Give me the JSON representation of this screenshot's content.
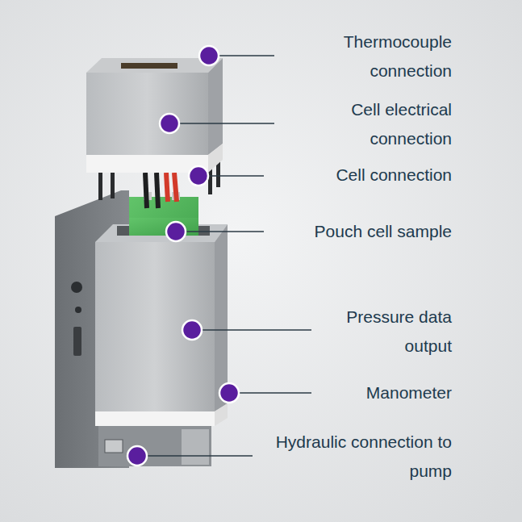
{
  "diagram": {
    "labels": [
      "Thermocouple connection",
      "Cell electrical connection",
      "Cell connection",
      "Pouch cell sample",
      "Pressure data output",
      "Manometer",
      "Hydraulic connection to pump"
    ]
  }
}
